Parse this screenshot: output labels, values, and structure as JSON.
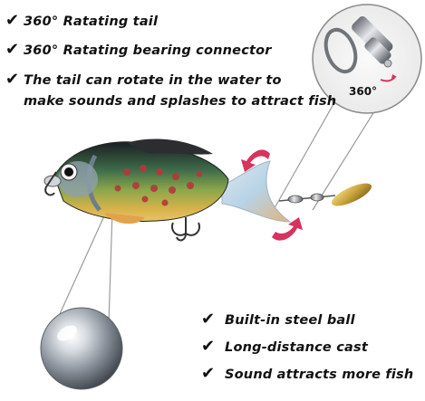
{
  "features_top": [
    {
      "check": "✔",
      "text": "360° Ratating tail"
    },
    {
      "check": "✔",
      "text": "360° Ratating bearing connector"
    },
    {
      "check": "✔",
      "text": "The tail can rotate in the water to"
    },
    {
      "check": "",
      "text": "make sounds and splashes to attract fish"
    }
  ],
  "features_bottom": [
    {
      "check": "✔",
      "text": "Built-in steel ball"
    },
    {
      "check": "✔",
      "text": "Long-distance cast"
    },
    {
      "check": "✔",
      "text": "Sound attracts more fish"
    }
  ],
  "detail_label": "360°",
  "colors": {
    "arrow_pink": "#d6335d",
    "steel_ball": "#9aa2ad",
    "spoon_gold": "#c9a33b"
  },
  "icons": {
    "check": "check-mark-icon",
    "rotation_arrows": "curved-rotation-arrow-icon",
    "steel_ball": "steel-ball-image",
    "connector": "bearing-connector-image",
    "lure": "fishing-lure-image"
  }
}
